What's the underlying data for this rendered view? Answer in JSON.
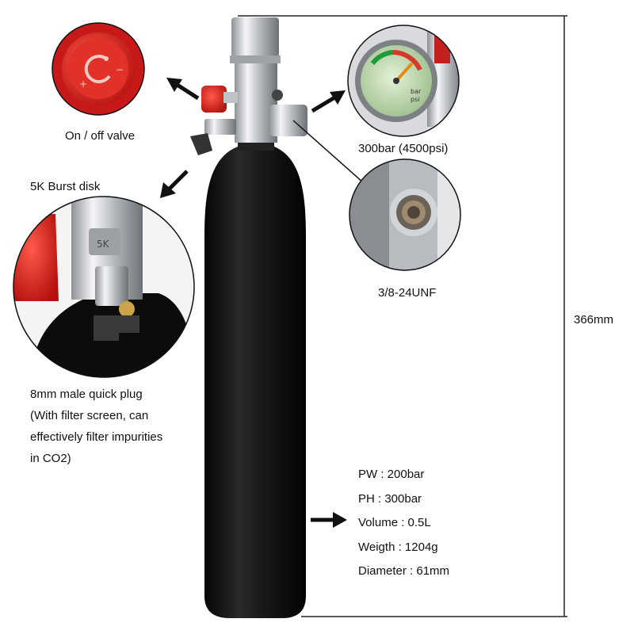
{
  "labels": {
    "valve": "On / off valve",
    "gauge": "300bar (4500psi)",
    "burst_disk": "5K Burst disk",
    "thread": "3/8-24UNF",
    "height": "366mm"
  },
  "quick_plug": [
    "8mm male quick plug",
    "(With filter screen, can",
    "effectively filter impurities",
    "in CO2)"
  ],
  "specs": [
    "PW : 200bar",
    "PH : 300bar",
    "Volume : 0.5L",
    "Weigth : 1204g",
    "Diameter : 61mm"
  ],
  "burst_disk_marking": "5K",
  "colors": {
    "cylinder": "#141414",
    "valve_red": "#d91f1f",
    "chrome": "#c9ccd0",
    "gauge_face": "#cfe6c2"
  },
  "icons": [
    "arrow-icon",
    "dimension-line"
  ]
}
